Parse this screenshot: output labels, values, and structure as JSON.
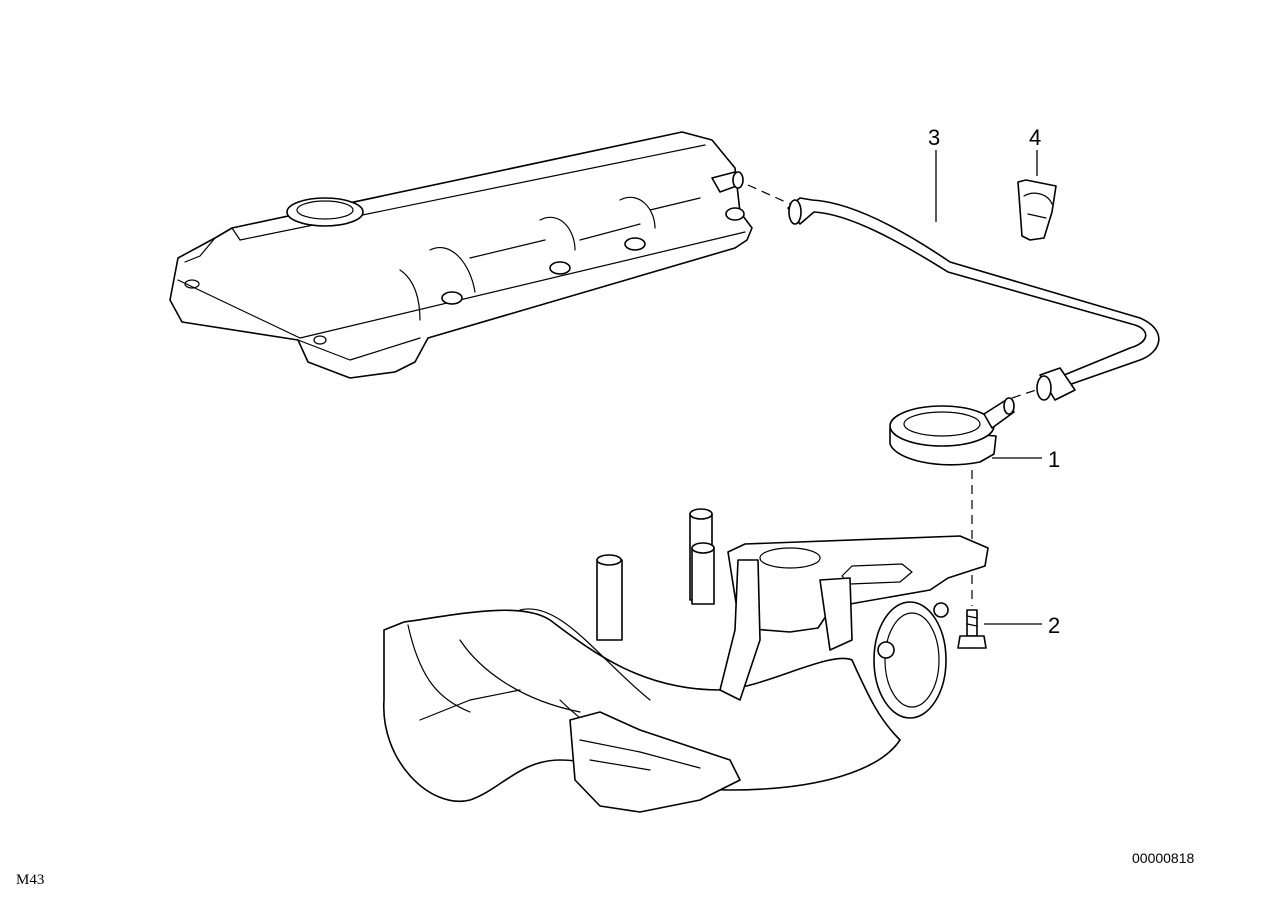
{
  "callouts": [
    {
      "id": "1",
      "label": "1"
    },
    {
      "id": "2",
      "label": "2"
    },
    {
      "id": "3",
      "label": "3"
    },
    {
      "id": "4",
      "label": "4"
    }
  ],
  "footer": {
    "model_code": "M43",
    "diagram_number": "00000818"
  },
  "colors": {
    "line": "#000000",
    "background": "#ffffff"
  }
}
